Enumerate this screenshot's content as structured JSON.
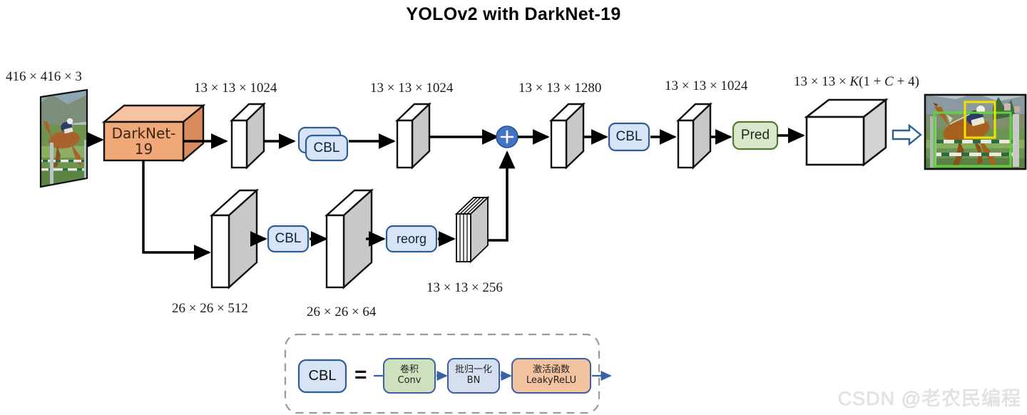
{
  "title": "YOLOv2 with DarkNet-19",
  "watermark": "CSDN @老农民编程",
  "labels": {
    "input_dim": "416 × 416 × 3",
    "backbone_out": "13 × 13 × 1024",
    "cbl1_out": "13 × 13 × 1024",
    "concat_out": "13 × 13 × 1280",
    "cbl2_out": "13 × 13 × 1024",
    "final_out_pre": "13 × 13 × ",
    "final_out_k": "K",
    "final_out_mid": "(1 + ",
    "final_out_c": "C",
    "final_out_post": " + 4)",
    "branch_512": "26 × 26 × 512",
    "branch_64": "26 × 26 × 64",
    "reorg_out": "13 × 13 × 256"
  },
  "blocks": {
    "backbone": "DarkNet-19",
    "cbl1": "CBL",
    "cbl2": "CBL",
    "cbl_branch": "CBL",
    "reorg": "reorg",
    "pred": "Pred",
    "concat": "+"
  },
  "legend": {
    "cbl": "CBL",
    "equals": "=",
    "conv_cn": "卷积",
    "conv_en": "Conv",
    "bn_cn": "批归一化",
    "bn_en": "BN",
    "act_cn": "激活函数",
    "act_en": "LeakyReLU"
  },
  "colors": {
    "backbone_fill": "#f0a878",
    "backbone_top": "#f6c2a0",
    "backbone_side": "#d88b5c",
    "cbl_fill": "#d6e4f5",
    "cbl_stroke": "#2f5d96",
    "pred_fill": "#d9e8cd",
    "pred_stroke": "#4f7a35",
    "concat_fill": "#4472c4",
    "slab_face": "#ffffff",
    "slab_side": "#c8c8c8",
    "arrow": "#000000",
    "legend_dash": "#9a9a9a",
    "legend_arrow": "#3a60a8",
    "conv_fill": "#cfe0bd",
    "bn_fill": "#d6dff0",
    "act_fill": "#f3c3a0",
    "blue_arrow": "#2f5d96"
  }
}
